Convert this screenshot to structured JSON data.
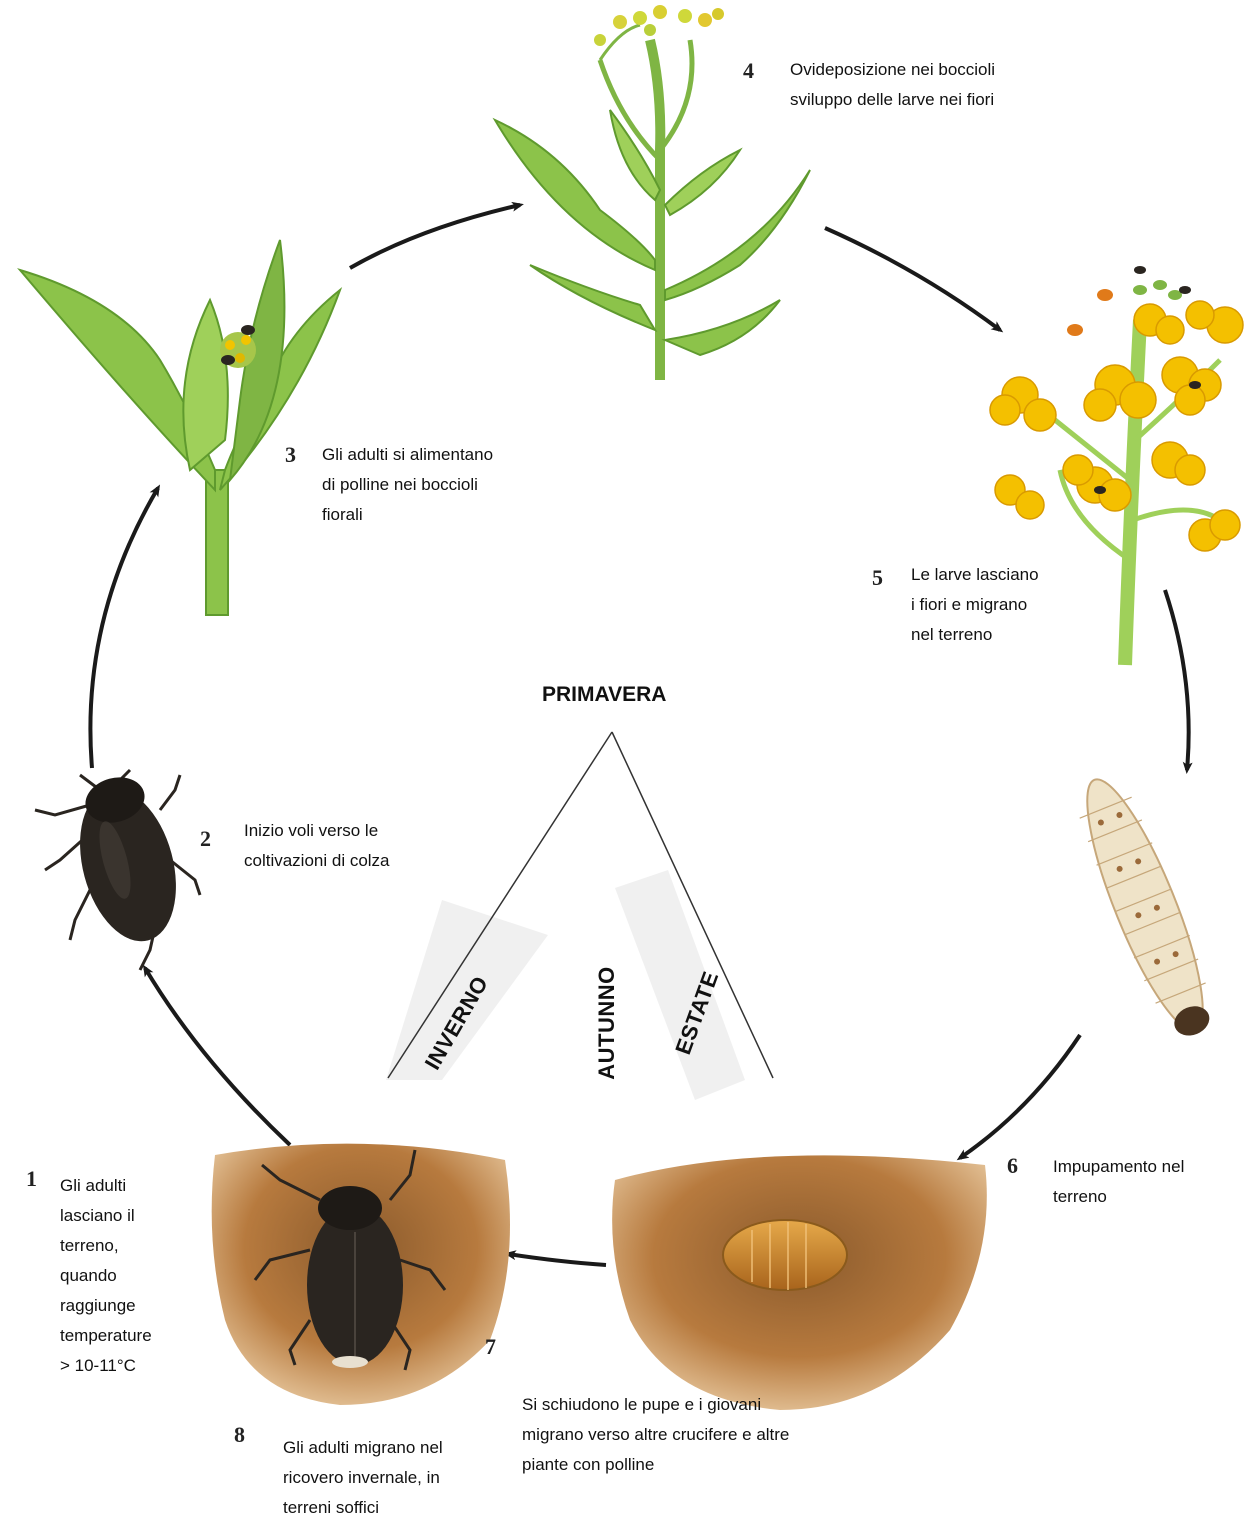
{
  "center_label": "PRIMAVERA",
  "seasons": {
    "left": "INVERNO",
    "middle": "AUTUNNO",
    "right": "ESTATE"
  },
  "stages": [
    {
      "number": "1",
      "text": "Gli adulti\nlasciano il\nterreno,\nquando\nraggiunge\ntemperature\n> 10-11°C"
    },
    {
      "number": "2",
      "text": "Inizio voli verso le\ncoltivazioni di colza"
    },
    {
      "number": "3",
      "text": "Gli adulti si alimentano\ndi polline nei boccioli\nfiorali"
    },
    {
      "number": "4",
      "text": "Ovideposizione nei boccioli\nsviluppo delle larve nei fiori"
    },
    {
      "number": "5",
      "text": "Le larve lasciano\ni fiori e migrano\nnel terreno"
    },
    {
      "number": "6",
      "text": "Impupamento nel\nterreno"
    },
    {
      "number": "7",
      "text": "Si  schiudono le pupe e i giovani\nmigrano verso altre  crucifere e altre\npiante con polline"
    },
    {
      "number": "8",
      "text": "Gli adulti migrano nel\nricovero invernale, in\nterreni soffici"
    }
  ],
  "illustrations": [
    "adult-beetle",
    "plant-budding",
    "plant-buds",
    "flowering-plant",
    "larva",
    "pupa-in-soil",
    "adult-in-soil"
  ],
  "colors": {
    "leaf": "#8cc34a",
    "leaf_dark": "#5f9a2e",
    "flower": "#f4c000",
    "soil": "#b77a3e",
    "beetle": "#2a2520",
    "pupa": "#d08a2a",
    "larva": "#efe3c8"
  }
}
